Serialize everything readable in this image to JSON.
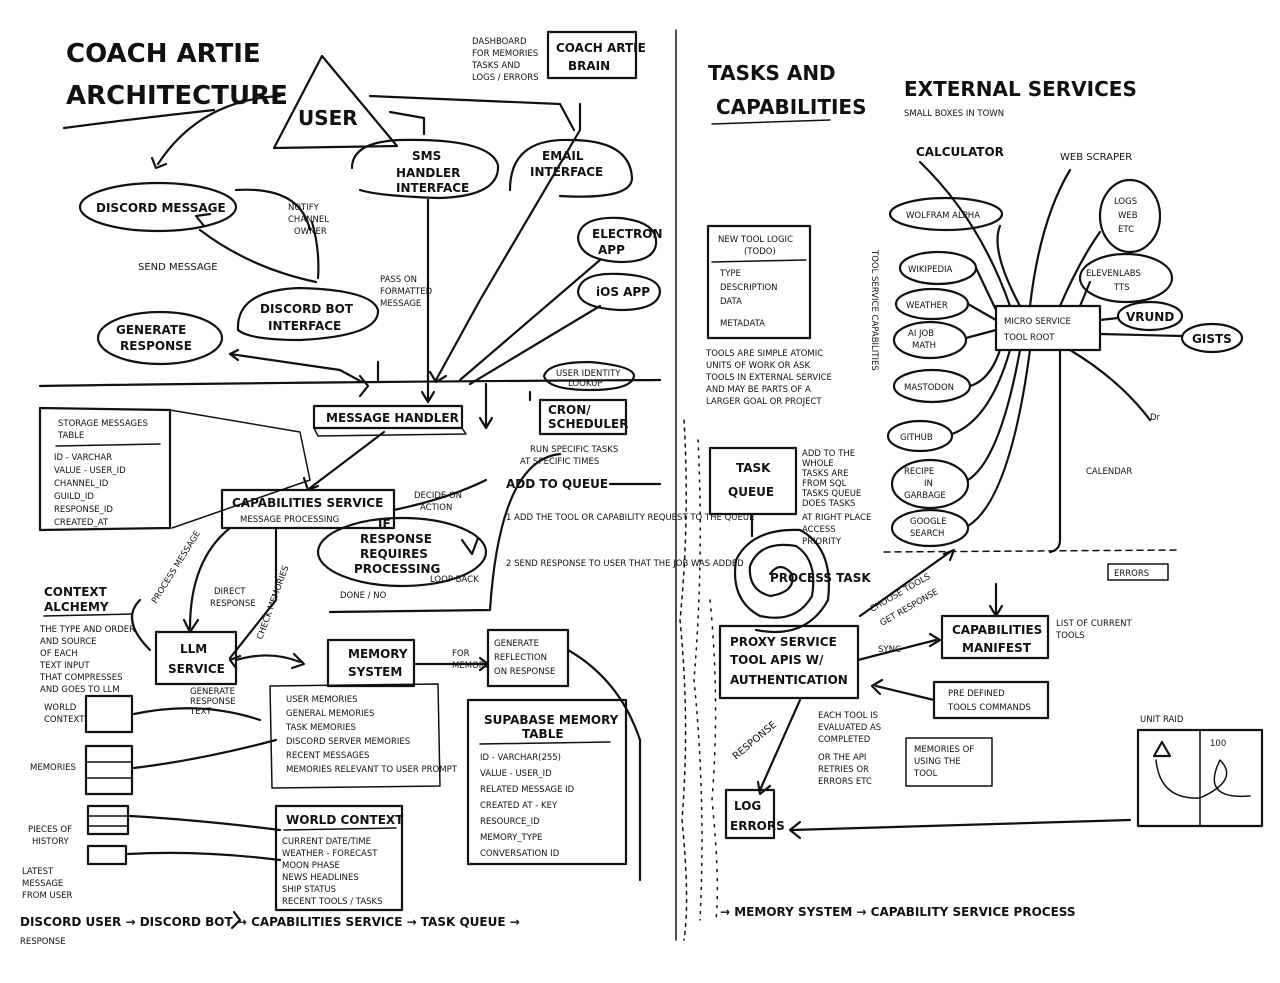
{
  "title": [
    "COACH ARTIE",
    "ARCHITECTURE"
  ],
  "user": "USER",
  "sms": [
    "SMS",
    "HANDLER",
    "INTERFACE"
  ],
  "email": [
    "EMAIL",
    "INTERFACE"
  ],
  "brain": [
    "COACH ARTIE",
    "BRAIN"
  ],
  "brain_note": [
    "DASHBOARD",
    "FOR MEMORIES",
    "TASKS AND",
    "LOGS / ERRORS"
  ],
  "discord_message": "DISCORD MESSAGE",
  "notify": [
    "NOTIFY",
    "CHANNEL",
    "OWNER"
  ],
  "send_message": "SEND MESSAGE",
  "discord_bot": [
    "DISCORD BOT",
    "INTERFACE"
  ],
  "bot_arrow_note": [
    "PASS ON",
    "FORMATTED",
    "MESSAGE"
  ],
  "gen_response": [
    "GENERATE",
    "RESPONSE"
  ],
  "electron": [
    "ELECTRON",
    "APP"
  ],
  "ios": "iOS APP",
  "user_identity": [
    "USER IDENTITY",
    "LOOKUP"
  ],
  "message_handler": "MESSAGE HANDLER",
  "cron": [
    "CRON/",
    "SCHEDULER"
  ],
  "cron_note": [
    "RUN SPECIFIC TASKS",
    "AT SPECIFIC TIMES"
  ],
  "storage_note": [
    "STORAGE MESSAGES",
    "TABLE"
  ],
  "storage_fields": [
    "ID - VARCHAR",
    "VALUE - USER_ID",
    "CHANNEL_ID",
    "GUILD_ID",
    "RESPONSE_ID",
    "CREATED_AT"
  ],
  "capabilities_service": [
    "CAPABILITIES SERVICE",
    "MESSAGE PROCESSING"
  ],
  "decide": [
    "DECIDE ON",
    "ACTION"
  ],
  "if_response": [
    "IF",
    "RESPONSE",
    "REQUIRES",
    "PROCESSING"
  ],
  "done_note": "DONE / NO",
  "loop_back": "LOOP BACK",
  "add_to_queue": "ADD TO QUEUE",
  "queue_steps": [
    "1 ADD THE TOOL OR CAPABILITY REQUEST TO THE QUEUE",
    "2 SEND RESPONSE TO USER THAT THE JOB WAS ADDED"
  ],
  "process_message": "PROCESS MESSAGE",
  "direct_response": [
    "DIRECT",
    "RESPONSE"
  ],
  "check_memories": "CHECK MEMORIES",
  "context_heading": [
    "CONTEXT",
    "ALCHEMY"
  ],
  "context_note": [
    "THE TYPE AND ORDER",
    "AND SOURCE",
    "OF EACH",
    "TEXT INPUT",
    "THAT COMPRESSES",
    "AND GOES TO LLM"
  ],
  "world_context_label": [
    "WORLD",
    "CONTEXT"
  ],
  "memories_label": "MEMORIES",
  "history_label": [
    "PIECES OF",
    "HISTORY"
  ],
  "latest_label": [
    "LATEST",
    "MESSAGE",
    "FROM USER"
  ],
  "llm": [
    "LLM",
    "SERVICE"
  ],
  "llm_note": [
    "GENERATE",
    "RESPONSE",
    "TEXT"
  ],
  "memory_system": [
    "MEMORY",
    "SYSTEM"
  ],
  "memory_items": [
    "USER MEMORIES",
    "GENERAL MEMORIES",
    "TASK MEMORIES",
    "DISCORD SERVER MEMORIES",
    "RECENT MESSAGES",
    "MEMORIES RELEVANT TO USER PROMPT"
  ],
  "for_memory": [
    "FOR",
    "MEMORY"
  ],
  "generate_reflection": [
    "GENERATE",
    "REFLECTION",
    "ON RESPONSE"
  ],
  "memory_table_title": [
    "SUPABASE MEMORY",
    "TABLE"
  ],
  "memory_table_fields": [
    "ID - VARCHAR(255)",
    "VALUE - USER_ID",
    "RELATED MESSAGE ID",
    "CREATED AT - KEY",
    "RESOURCE_ID",
    "MEMORY_TYPE",
    "CONVERSATION ID"
  ],
  "world_context_title": "WORLD CONTEXT",
  "world_context_items": [
    "CURRENT DATE/TIME",
    "WEATHER - FORECAST",
    "MOON PHASE",
    "NEWS HEADLINES",
    "SHIP STATUS",
    "RECENT TOOLS / TASKS"
  ],
  "bottom_flow_left": "DISCORD USER → DISCORD BOT → CAPABILITIES SERVICE → TASK QUEUE →",
  "bottom_flow_left2": "RESPONSE",
  "tasks_heading": [
    "TASKS AND",
    "CAPABILITIES"
  ],
  "tool_logic": [
    "NEW TOOL LOGIC",
    "(TODO)"
  ],
  "tool_list": [
    "TYPE",
    "DESCRIPTION",
    "DATA",
    "METADATA"
  ],
  "tools_note": [
    "TOOLS ARE SIMPLE ATOMIC",
    "UNITS OF WORK OR ASK",
    "TOOLS IN EXTERNAL SERVICE",
    "AND MAY BE PARTS OF A",
    "LARGER GOAL OR PROJECT"
  ],
  "task_queue": [
    "TASK",
    "QUEUE"
  ],
  "queue_note": [
    "ADD TO THE",
    "WHOLE",
    "TASKS ARE",
    "FROM SQL",
    "TASKS QUEUE",
    "DOES TASKS",
    "AT RIGHT PLACE",
    "ACCESS",
    "PRIORITY"
  ],
  "process_task": "PROCESS TASK",
  "choose_tool": [
    "CHOOSE TOOLS",
    "GET RESPONSE"
  ],
  "proxy_service": [
    "PROXY SERVICE",
    "TOOL APIS W/",
    "AUTHENTICATION"
  ],
  "sync": "SYNC",
  "manifest": [
    "CAPABILITIES",
    "MANIFEST"
  ],
  "manifest_note": [
    "LIST OF CURRENT",
    "TOOLS"
  ],
  "pre_defined": [
    "PRE DEFINED",
    "TOOLS COMMANDS"
  ],
  "memories_of_tool": [
    "MEMORIES OF",
    "USING THE",
    "TOOL"
  ],
  "result_note": [
    "EACH TOOL IS",
    "EVALUATED AS",
    "COMPLETED",
    "OR THE API",
    "RETRIES OR",
    "ERRORS ETC"
  ],
  "tool_response": "RESPONSE",
  "logs_errors": [
    "LOG",
    "ERRORS"
  ],
  "bottom_flow_right": "→ MEMORY SYSTEM → CAPABILITY SERVICE PROCESS",
  "external_heading": "EXTERNAL SERVICES",
  "external_sub": "SMALL BOXES IN TOWN",
  "calculator": "CALCULATOR",
  "web_scraper": "WEB SCRAPER",
  "wolfram": "WOLFRAM ALPHA",
  "logs_web": [
    "LOGS",
    "WEB",
    "ETC"
  ],
  "elevenlabs": [
    "ELEVENLABS",
    "TTS"
  ],
  "vrund": "VRUND",
  "gists": "GISTS",
  "wikipedia": "WIKIPEDIA",
  "weather": "WEATHER",
  "ai_job": [
    "AI JOB",
    "MATH"
  ],
  "mastodon": "MASTODON",
  "github": "GITHUB",
  "recipe": [
    "RECIPE",
    "IN",
    "GARBAGE"
  ],
  "google_search": [
    "GOOGLE",
    "SEARCH"
  ],
  "micro_services": [
    "MICRO SERVICE",
    "TOOL ROOT"
  ],
  "errors": "ERRORS",
  "calendar": "CALENDAR",
  "vertical_note": "TOOL SERVICE CAPABILITIES",
  "art_label": "UNIT RAID",
  "art_num": "100"
}
